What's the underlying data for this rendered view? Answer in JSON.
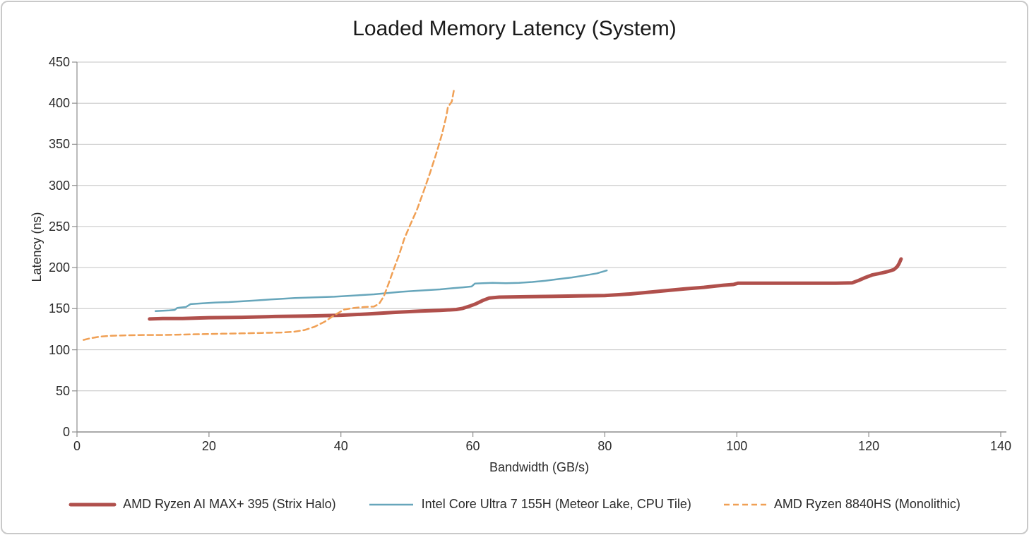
{
  "window": {
    "background": "#ffffff",
    "frame_border_color": "#c9c9c9"
  },
  "chart_data": {
    "type": "line",
    "title": "Loaded Memory Latency (System)",
    "xlabel": "Bandwidth (GB/s)",
    "ylabel": "Latency (ns)",
    "xlim": [
      0,
      140
    ],
    "ylim": [
      0,
      450
    ],
    "xticks": [
      0,
      20,
      40,
      60,
      80,
      100,
      120,
      140
    ],
    "yticks": [
      0,
      50,
      100,
      150,
      200,
      250,
      300,
      350,
      400,
      450
    ],
    "grid": "horizontal",
    "grid_color": "#c3c3c3",
    "axis_color": "#8e8e8e",
    "legend_position": "bottom",
    "series": [
      {
        "id": "strix-halo",
        "name": "AMD Ryzen AI MAX+ 395 (Strix Halo)",
        "color": "#B0504C",
        "width": 5,
        "dash": "",
        "points": [
          [
            11,
            137.5
          ],
          [
            13,
            138
          ],
          [
            16,
            138
          ],
          [
            20,
            139
          ],
          [
            25,
            139.5
          ],
          [
            30,
            140.5
          ],
          [
            35,
            141
          ],
          [
            40,
            142
          ],
          [
            44,
            143.5
          ],
          [
            48,
            145.5
          ],
          [
            52,
            147
          ],
          [
            55,
            148
          ],
          [
            57.5,
            149
          ],
          [
            58.5,
            150.5
          ],
          [
            59.5,
            153
          ],
          [
            60.5,
            156
          ],
          [
            61.5,
            160
          ],
          [
            62.5,
            163
          ],
          [
            64,
            164
          ],
          [
            68,
            164.5
          ],
          [
            72,
            165
          ],
          [
            76,
            165.5
          ],
          [
            80,
            166
          ],
          [
            84,
            168
          ],
          [
            88,
            171
          ],
          [
            92,
            174
          ],
          [
            95,
            176
          ],
          [
            98,
            178.5
          ],
          [
            99.5,
            179.5
          ],
          [
            100.2,
            181
          ],
          [
            104,
            181
          ],
          [
            108,
            181
          ],
          [
            112,
            181
          ],
          [
            115,
            181
          ],
          [
            117.5,
            181.5
          ],
          [
            118.5,
            184.5
          ],
          [
            119.5,
            188
          ],
          [
            120.5,
            191
          ],
          [
            122,
            193.5
          ],
          [
            123,
            195.5
          ],
          [
            123.8,
            197.5
          ],
          [
            124.3,
            201
          ],
          [
            124.6,
            205
          ],
          [
            124.9,
            210.5
          ]
        ]
      },
      {
        "id": "meteor-lake",
        "name": "Intel Core Ultra 7 155H (Meteor Lake, CPU Tile)",
        "color": "#67A6BB",
        "width": 2.5,
        "dash": "",
        "points": [
          [
            11.9,
            147
          ],
          [
            13,
            147.5
          ],
          [
            14,
            148
          ],
          [
            14.8,
            148.5
          ],
          [
            15.2,
            151
          ],
          [
            16.5,
            152
          ],
          [
            17.2,
            155.5
          ],
          [
            19,
            156.5
          ],
          [
            21,
            157.5
          ],
          [
            23,
            158
          ],
          [
            25,
            159
          ],
          [
            27,
            160
          ],
          [
            29,
            161
          ],
          [
            31,
            162
          ],
          [
            33,
            163
          ],
          [
            35,
            163.5
          ],
          [
            37,
            164
          ],
          [
            39,
            164.5
          ],
          [
            41,
            165.5
          ],
          [
            43,
            166.5
          ],
          [
            45,
            167.5
          ],
          [
            47,
            169
          ],
          [
            49,
            170.5
          ],
          [
            51,
            171.5
          ],
          [
            53,
            172.5
          ],
          [
            55,
            173.5
          ],
          [
            57,
            175
          ],
          [
            58.5,
            176
          ],
          [
            59.8,
            177
          ],
          [
            60.3,
            180.5
          ],
          [
            61.5,
            181
          ],
          [
            63,
            181.5
          ],
          [
            65,
            181
          ],
          [
            67,
            181.5
          ],
          [
            69,
            182.5
          ],
          [
            71,
            184
          ],
          [
            73,
            186
          ],
          [
            75,
            188
          ],
          [
            77,
            190.5
          ],
          [
            78.8,
            193
          ],
          [
            80.3,
            196.5
          ]
        ]
      },
      {
        "id": "ryzen-8840hs",
        "name": "AMD Ryzen 8840HS (Monolithic)",
        "color": "#F0A055",
        "width": 2.5,
        "dash": "8 5",
        "points": [
          [
            1,
            112
          ],
          [
            2,
            114
          ],
          [
            3.5,
            116
          ],
          [
            5,
            117
          ],
          [
            7,
            117.5
          ],
          [
            10,
            118
          ],
          [
            13,
            118
          ],
          [
            16,
            118.5
          ],
          [
            19,
            119
          ],
          [
            22,
            119.5
          ],
          [
            25,
            120
          ],
          [
            28,
            120.5
          ],
          [
            31,
            121
          ],
          [
            33,
            122
          ],
          [
            34.5,
            124
          ],
          [
            36,
            128
          ],
          [
            37.5,
            134
          ],
          [
            39,
            142
          ],
          [
            40.5,
            149
          ],
          [
            42,
            151
          ],
          [
            43.5,
            152
          ],
          [
            45,
            152.5
          ],
          [
            45.8,
            156
          ],
          [
            46.5,
            165
          ],
          [
            47.2,
            180
          ],
          [
            48,
            198
          ],
          [
            48.8,
            215
          ],
          [
            49.6,
            235
          ],
          [
            50.5,
            252
          ],
          [
            51.5,
            270
          ],
          [
            52.5,
            292
          ],
          [
            53.5,
            315
          ],
          [
            54.5,
            340
          ],
          [
            55.3,
            362
          ],
          [
            56,
            385
          ],
          [
            56.2,
            395
          ],
          [
            56.8,
            402
          ],
          [
            57.2,
            419
          ]
        ]
      }
    ]
  }
}
